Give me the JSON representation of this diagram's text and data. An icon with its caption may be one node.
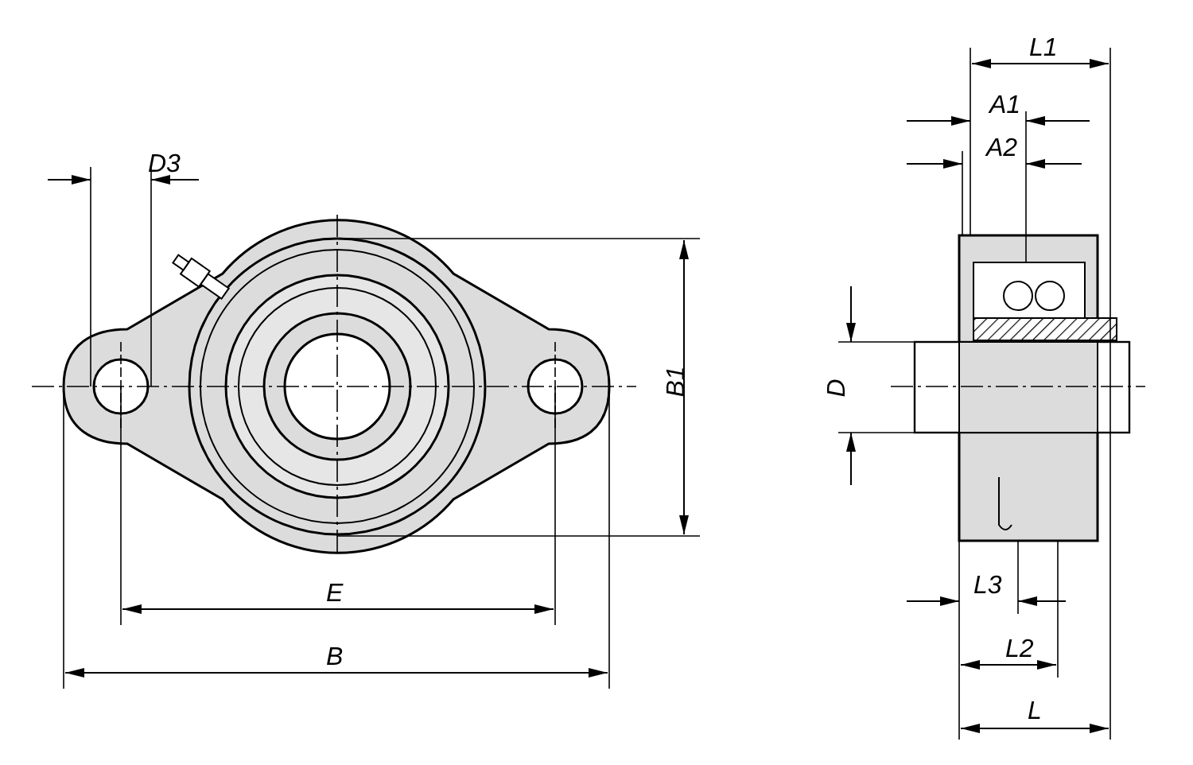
{
  "diagram": {
    "labels": [
      "D3",
      "B1",
      "E",
      "B",
      "L1",
      "A1",
      "A2",
      "D",
      "L3",
      "L2",
      "L"
    ]
  }
}
